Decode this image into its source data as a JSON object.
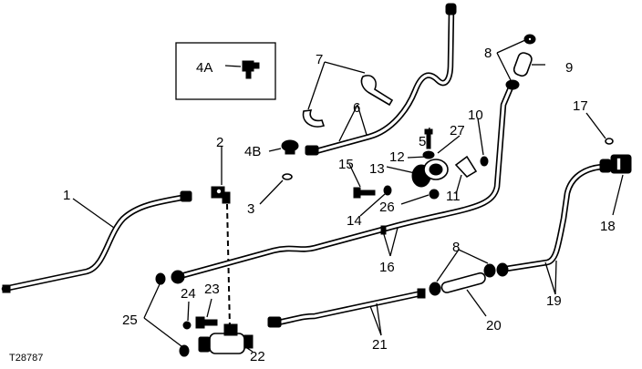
{
  "figure_id": "T28787",
  "callouts": {
    "c1": "1",
    "c2": "2",
    "c3": "3",
    "c4a": "4A",
    "c4b": "4B",
    "c5": "5",
    "c6": "6",
    "c7": "7",
    "c8a": "8",
    "c8b": "8",
    "c9": "9",
    "c10": "10",
    "c11": "11",
    "c12": "12",
    "c13": "13",
    "c14": "14",
    "c15": "15",
    "c16": "16",
    "c17": "17",
    "c18": "18",
    "c19": "19",
    "c20": "20",
    "c21": "21",
    "c22": "22",
    "c23": "23",
    "c24": "24",
    "c25": "25",
    "c26": "26",
    "c27": "27"
  }
}
